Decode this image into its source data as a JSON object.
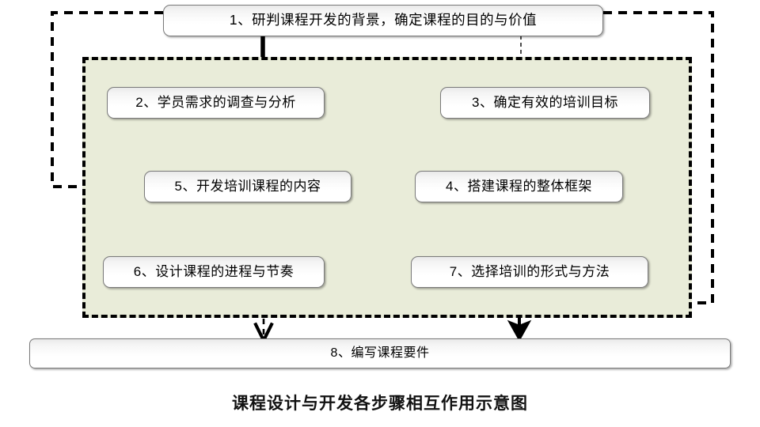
{
  "diagram": {
    "caption": "课程设计与开发各步骤相互作用示意图",
    "panel_color": "#e9ecd9",
    "line_color": "#000000",
    "nodes": [
      {
        "id": "n1",
        "label": "1、研判课程开发的背景，确定课程的目的与价值"
      },
      {
        "id": "n2",
        "label": "2、学员需求的调查与分析"
      },
      {
        "id": "n3",
        "label": "3、确定有效的培训目标"
      },
      {
        "id": "n4",
        "label": "4、搭建课程的整体框架"
      },
      {
        "id": "n5",
        "label": "5、开发培训课程的内容"
      },
      {
        "id": "n6",
        "label": "6、设计课程的进程与节奏"
      },
      {
        "id": "n7",
        "label": "7、选择培训的形式与方法"
      },
      {
        "id": "n8",
        "label": "8、编写课程要件"
      }
    ],
    "edges": [
      {
        "from": "n1",
        "to": "n2",
        "style": "solid-thick"
      },
      {
        "from": "n2",
        "to": "n3",
        "style": "solid-thick"
      },
      {
        "from": "n3",
        "to": "n4",
        "style": "solid-thick"
      },
      {
        "from": "n4",
        "to": "n5",
        "style": "solid-thick"
      },
      {
        "from": "n5",
        "to": "n6",
        "style": "solid-thick"
      },
      {
        "from": "n6",
        "to": "n7",
        "style": "solid-thick"
      },
      {
        "from": "n7",
        "to": "n8",
        "style": "solid-thick"
      },
      {
        "from": "n1",
        "to": "n3",
        "style": "dashed-thin"
      },
      {
        "from": "n2",
        "to": "n5",
        "style": "dashed-medium"
      },
      {
        "from": "n2",
        "to": "n6",
        "style": "dashed-thin"
      },
      {
        "from": "n3",
        "to": "n7",
        "style": "dashed-thin"
      },
      {
        "from": "n6",
        "to": "n8",
        "style": "dashed-medium"
      },
      {
        "from": "n2",
        "to": "n4",
        "style": "dotted-diagonal"
      },
      {
        "from": "n3",
        "to": "n5",
        "style": "dotted-diagonal"
      },
      {
        "from": "n5",
        "to": "n7",
        "style": "dotted-diagonal"
      }
    ],
    "feedback_loop": {
      "label": "outer-dashed-feedback-loop",
      "left_branch": "box1-left to panel-left",
      "right_branch": "box1-right to panel-bottom-right"
    }
  }
}
